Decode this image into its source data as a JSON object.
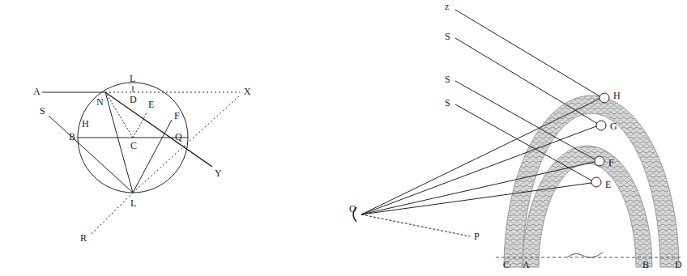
{
  "diagram": {
    "labels": [
      "S",
      "A",
      "L",
      "D",
      "N",
      "E",
      "F",
      "X",
      "H",
      "B",
      "C",
      "Q",
      "Y",
      "L",
      "R",
      "z",
      "S",
      "S",
      "S",
      "H",
      "G",
      "F",
      "E",
      "O",
      "P",
      "C",
      "A",
      "B",
      "D"
    ]
  }
}
